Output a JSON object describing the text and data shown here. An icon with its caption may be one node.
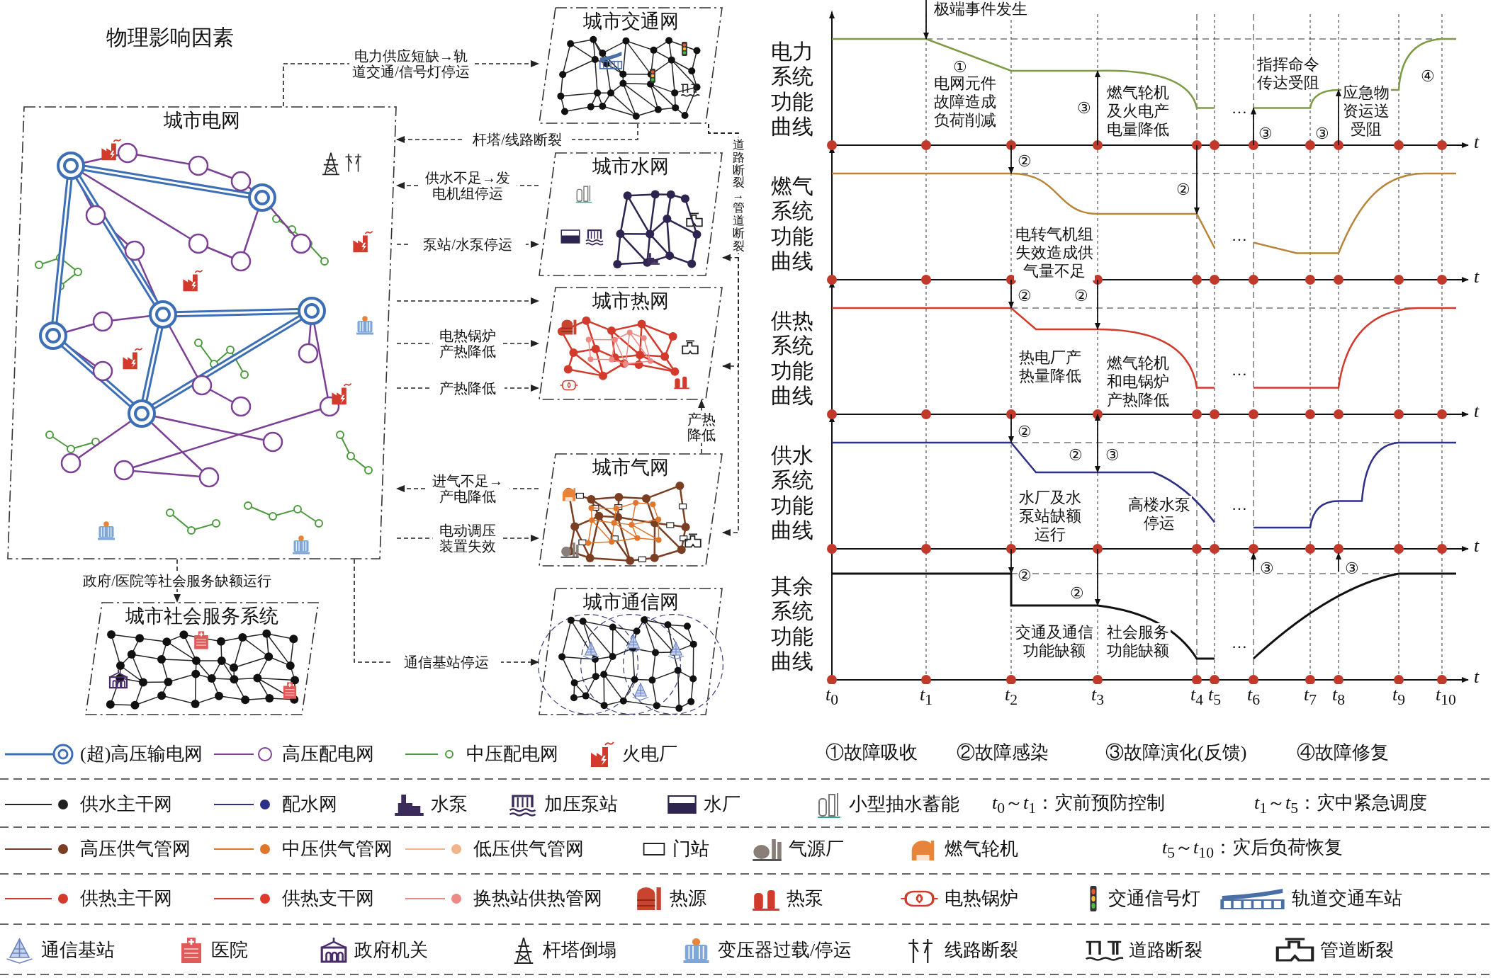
{
  "diagram": {
    "nodes": [
      {
        "text": [
          "城市交通网"
        ]
      },
      {
        "text": [
          "城市电网"
        ]
      },
      {
        "text": [
          "城市水网"
        ]
      },
      {
        "text": [
          "城市热网"
        ]
      },
      {
        "text": [
          "城市气网"
        ]
      },
      {
        "text": [
          "城市社会服务系统"
        ]
      },
      {
        "text": [
          "城市通信网"
        ]
      }
    ],
    "edges": [
      {
        "from": 1,
        "to": 0,
        "arrow": "to",
        "style": "dashed",
        "label": "电力供应短缺→轨道交通/信号灯停运"
      },
      {
        "from": 0,
        "to": 1,
        "arrow": "to",
        "style": "dashed",
        "label": "杆塔/线路断裂"
      },
      {
        "from": 0,
        "to": 2,
        "arrow": "to",
        "style": "dashed",
        "label": "道路断裂→管道断裂"
      },
      {
        "from": 0,
        "to": 3,
        "arrow": "to",
        "style": "dashed"
      },
      {
        "from": 0,
        "to": 4,
        "arrow": "to",
        "style": "dashed"
      },
      {
        "from": 2,
        "to": 1,
        "arrow": "to",
        "style": "dashed",
        "label": "供水不足→发电机组停运"
      },
      {
        "from": 1,
        "to": 2,
        "arrow": "to",
        "style": "dashed",
        "label": "泵站/水泵停运"
      },
      {
        "from": 1,
        "to": 3,
        "arrow": "to",
        "style": "dashed"
      },
      {
        "from": 1,
        "to": 3,
        "arrow": "to",
        "style": "dashed",
        "label": "电热锅炉产热降低"
      },
      {
        "from": 1,
        "to": 3,
        "arrow": "to",
        "style": "dashed",
        "label": "产热降低"
      },
      {
        "from": 4,
        "to": 3,
        "arrow": "to",
        "style": "dashed",
        "label": "产热降低"
      },
      {
        "from": 4,
        "to": 1,
        "arrow": "to",
        "style": "dashed",
        "label": "进气不足→产电降低"
      },
      {
        "from": 1,
        "to": 4,
        "arrow": "to",
        "style": "dashed",
        "label": "电动调压装置失效"
      },
      {
        "from": 1,
        "to": 5,
        "arrow": "to",
        "style": "dashed",
        "label": "政府/医院等社会服务缺额运行"
      },
      {
        "from": 1,
        "to": 6,
        "arrow": "to",
        "style": "dashed",
        "label": "通信基站停运"
      }
    ],
    "labels": [
      "物理影响因素",
      "电力系统功能曲线",
      "极端事件发生",
      "①",
      "电网元件故障造成负荷削减",
      "③",
      "燃气轮机及火电产电量降低",
      "…",
      "指挥命令传达受阻",
      "④",
      "③",
      "③",
      "应急物资运送受阻",
      "*t*",
      "燃气系统功能曲线",
      "②",
      "②",
      "…",
      "电转气机组失效造成供气量不足",
      "*t*",
      "供热系统功能曲线",
      "②",
      "②",
      "热电厂产热量降低",
      "燃气轮机和电锅炉产热降低",
      "…",
      "*t*",
      "供水系统功能曲线",
      "②",
      "②",
      "③",
      "水厂及水泵站缺额运行",
      "高楼水泵停运",
      "…",
      "③",
      "③",
      "*t*",
      "其余系统功能曲线",
      "②",
      "②",
      "交通及通信功能缺额",
      "社会服务功能缺额",
      "…",
      "*t*",
      "*t*$_{0}$",
      "*t*$_{1}$",
      "*t*$_{2}$",
      "*t*$_{3}$",
      "*t*$_{4}$",
      "*t*$_{5}$",
      "*t*$_{6}$",
      "*t*$_{7}$",
      "*t*$_{8}$",
      "*t*$_{9}$",
      "*t*$_{10}$",
      "①故障吸收",
      "②故障感染",
      "③故障演化(反馈)",
      "④故障修复",
      "*t*$_{0}$～*t*$_{1}$：灾前预防控制",
      "*t*$_{1}$～*t*$_{5}$：灾中紧急调度",
      "*t*$_{5}$～*t*$_{10}$：灾后负荷恢复"
    ],
    "legend": [
      {
        "text": "(超)高压输电网"
      },
      {
        "text": "高压配电网"
      },
      {
        "text": "中压配电网"
      },
      {
        "text": "火电厂"
      },
      {
        "text": "供水主干网"
      },
      {
        "text": "配水网"
      },
      {
        "text": "水泵"
      },
      {
        "text": "加压泵站"
      },
      {
        "text": "水厂"
      },
      {
        "text": "小型抽水蓄能"
      },
      {
        "text": "高压供气管网"
      },
      {
        "text": "中压供气管网"
      },
      {
        "text": "低压供气管网"
      },
      {
        "text": "门站"
      },
      {
        "text": "气源厂"
      },
      {
        "text": "燃气轮机"
      },
      {
        "text": "供热主干网"
      },
      {
        "text": "供热支干网"
      },
      {
        "text": "换热站供热管网"
      },
      {
        "text": "热源"
      },
      {
        "text": "热泵"
      },
      {
        "text": "电热锅炉"
      },
      {
        "text": "交通信号灯"
      },
      {
        "text": "轨道交通车站"
      },
      {
        "text": "通信基站"
      },
      {
        "text": "医院"
      },
      {
        "text": "政府机关"
      },
      {
        "text": "杆塔倒塌"
      },
      {
        "text": "变压器过载/停运"
      },
      {
        "text": "线路断裂"
      },
      {
        "text": "道路断裂"
      },
      {
        "text": "管道断裂"
      }
    ]
  }
}
